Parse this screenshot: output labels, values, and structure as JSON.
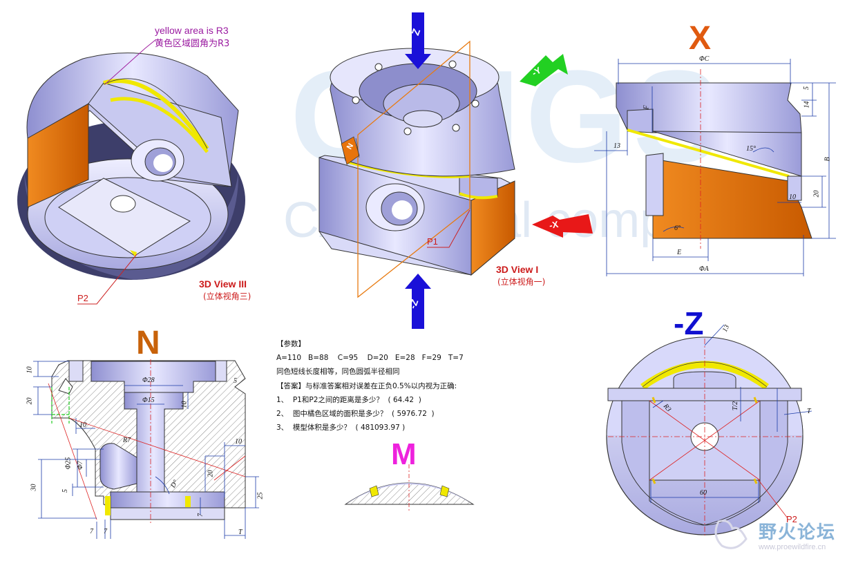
{
  "watermark": {
    "logo_text": "GTIGS",
    "subtitle": "CAD digital competition",
    "forum_name": "野火论坛",
    "forum_url": "www.proewildfire.cn"
  },
  "view3": {
    "note_en": "yellow area is R3",
    "note_cn": "黄色区域圆角为R3",
    "title": "3D View III",
    "title_cn": "(立体视角三)",
    "point": "P2"
  },
  "view1": {
    "title": "3D View I",
    "title_cn": "(立体视角一)",
    "point": "P1",
    "arrow_z": "Z",
    "arrow_neg_z": "-Z",
    "arrow_neg_y": "-Y",
    "arrow_neg_x": "-X",
    "plane_label": "N"
  },
  "view_x": {
    "title": "X",
    "dims": {
      "c": "ΦC",
      "a": "ΦA",
      "b": "B",
      "e": "E",
      "f": "F",
      "d5": "5",
      "d14": "14",
      "d13": "13",
      "ang15": "15°",
      "d10": "10",
      "d20": "20",
      "ang6": "6°"
    }
  },
  "view_n": {
    "title": "N",
    "dims": {
      "d10a": "10",
      "d20": "20",
      "phi28": "Φ28",
      "phi15": "Φ15",
      "d10b": "10",
      "d5": "5",
      "d10c": "10",
      "d10d": "10",
      "r7": "R7",
      "phi25": "Φ25",
      "phi7": "Φ7",
      "d30": "30",
      "d5b": "5",
      "d20b": "20",
      "d25": "25",
      "d7a": "7",
      "d7b": "7",
      "d7c": "7",
      "t": "T",
      "angd": "D°"
    }
  },
  "view_m": {
    "title": "M"
  },
  "view_negz": {
    "title": "-Z",
    "dims": {
      "d13": "13",
      "r3": "R3",
      "t2": "T/2",
      "t": "T",
      "d60": "60",
      "p2": "P2"
    }
  },
  "params": {
    "heading": "【参数】",
    "values": "A=110   B=88    C=95    D=20   E=28   F=29   T=7",
    "note": "同色短线长度相等，同色圆弧半径相同",
    "answer_heading": "【答案】与标准答案相对误差在正负0.5%以内视为正确:",
    "questions": [
      "1、  P1和P2之间的距离是多少？  ( 64.42  )",
      "2、  图中橘色区域的面积是多少？  ( 5976.72  )",
      "3、  模型体积是多少？  ( 481093.97 )"
    ]
  },
  "colors": {
    "body": "#c7c8f2",
    "orange": "#e8740c",
    "yellow": "#f0e800",
    "red_letter": "#e05a10",
    "dim_blue": "#1a3aa8",
    "blue_arrow": "#1010d0",
    "red_arrow": "#e81010",
    "green_arrow": "#22cc22",
    "magenta": "#ee22dd"
  }
}
